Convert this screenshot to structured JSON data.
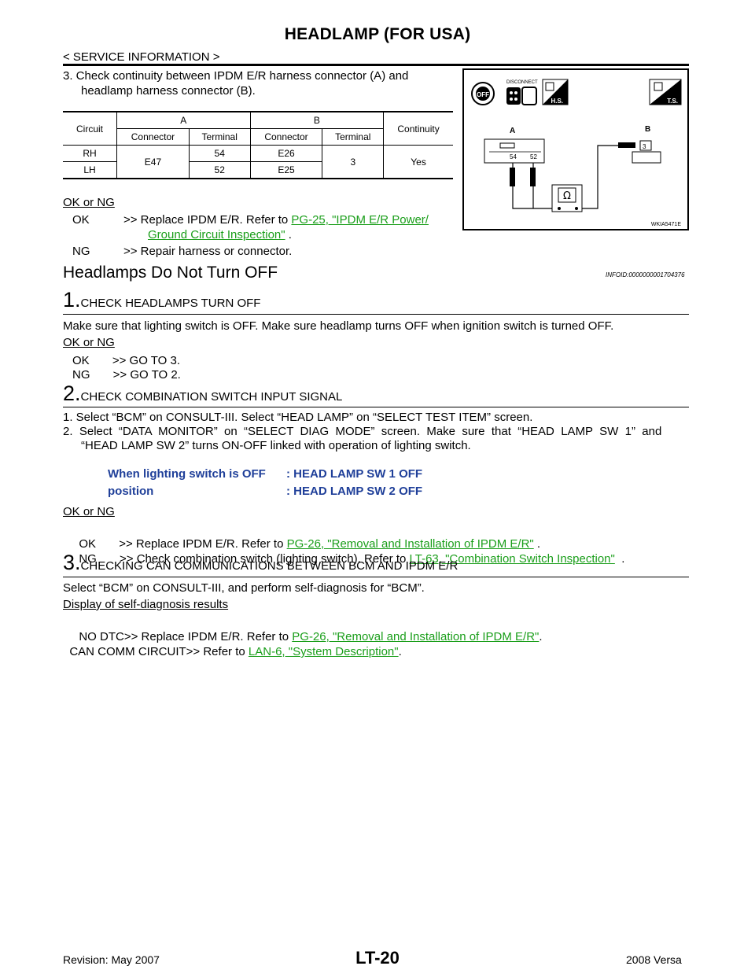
{
  "header": {
    "title": "HEADLAMP (FOR USA)",
    "section": "< SERVICE INFORMATION >"
  },
  "continuity_check": {
    "step_text_1": "3.  Check continuity between IPDM E/R harness connector (A) and",
    "step_text_2": "headlamp harness connector (B).",
    "table": {
      "circuit": "Circuit",
      "a": "A",
      "b": "B",
      "continuity": "Continuity",
      "connector_a": "Connector",
      "terminal_a": "Terminal",
      "connector_b": "Connector",
      "terminal_b": "Terminal",
      "rows": [
        {
          "circuit": "RH",
          "conn_a": "E47",
          "term_a": "54",
          "conn_b": "E26",
          "term_b": "3",
          "continuity": "Yes"
        },
        {
          "circuit": "LH",
          "term_a": "52",
          "conn_b": "E25"
        }
      ]
    },
    "ok_ng": "OK or NG",
    "ok_label": "OK",
    "ok_text": ">> Replace IPDM E/R. Refer to ",
    "ok_link": "PG-25, \"IPDM E/R Power/",
    "ok_link_2": "Ground Circuit Inspection\"",
    "ok_tail": " .",
    "ng_label": "NG",
    "ng_text": ">> Repair harness or connector."
  },
  "figure": {
    "label_a": "A",
    "label_b": "B",
    "pin_54": "54",
    "pin_52": "52",
    "pin_3": "3",
    "disconnect": "DISCONNECT",
    "off": "OFF",
    "hs": "H.S.",
    "ts": "T.S.",
    "ohm": "Ω",
    "code": "WKIA5471E"
  },
  "section2": {
    "heading": "Headlamps Do Not Turn OFF",
    "infoid": "INFOID:0000000001704376"
  },
  "step1": {
    "num": "1.",
    "title": "CHECK HEADLAMPS TURN OFF",
    "text": "Make sure that lighting switch is OFF. Make sure headlamp turns OFF when ignition switch is turned OFF.",
    "ok_ng": "OK or NG",
    "ok": "OK       >> GO TO 3.",
    "ng": "NG       >> GO TO 2."
  },
  "step2": {
    "num": "2.",
    "title": "CHECK COMBINATION SWITCH INPUT SIGNAL",
    "line1": "1.  Select “BCM” on CONSULT-III. Select “HEAD LAMP” on “SELECT TEST ITEM” screen.",
    "line2": "2.  Select  “DATA  MONITOR”  on  “SELECT  DIAG  MODE”  screen.  Make  sure  that  “HEAD  LAMP  SW  1”  and",
    "line3": "“HEAD LAMP SW 2” turns ON-OFF linked with operation of lighting switch.",
    "cond_left_1": "When lighting switch is OFF",
    "cond_left_2": "position",
    "cond_right_1": ": HEAD LAMP SW 1 OFF",
    "cond_right_2": ": HEAD LAMP SW 2 OFF",
    "ok_ng": "OK or NG",
    "ok_text": "OK       >> Replace IPDM E/R. Refer to ",
    "ok_link": "PG-26, \"Removal and Installation of IPDM E/R\"",
    "ok_tail": " .",
    "ng_text": "NG       >> Check combination switch (lighting switch). Refer to ",
    "ng_link": "LT-63, \"Combination Switch Inspection\"",
    "ng_tail": "  ."
  },
  "step3": {
    "num": "3.",
    "title": "CHECKING CAN COMMUNICATIONS BETWEEN BCM AND IPDM E/R",
    "text": "Select “BCM” on CONSULT-III, and perform self-diagnosis for “BCM”.",
    "display": "Display of self-diagnosis results",
    "nodtc_text": "NO DTC>> Replace IPDM E/R. Refer to ",
    "nodtc_link": "PG-26, \"Removal and Installation of IPDM E/R\"",
    "nodtc_tail": ".",
    "can_text": "CAN COMM CIRCUIT>> Refer to ",
    "can_link": "LAN-6, \"System Description\"",
    "can_tail": "."
  },
  "footer": {
    "revision": "Revision: May 2007",
    "page": "LT-20",
    "model": "2008 Versa"
  }
}
